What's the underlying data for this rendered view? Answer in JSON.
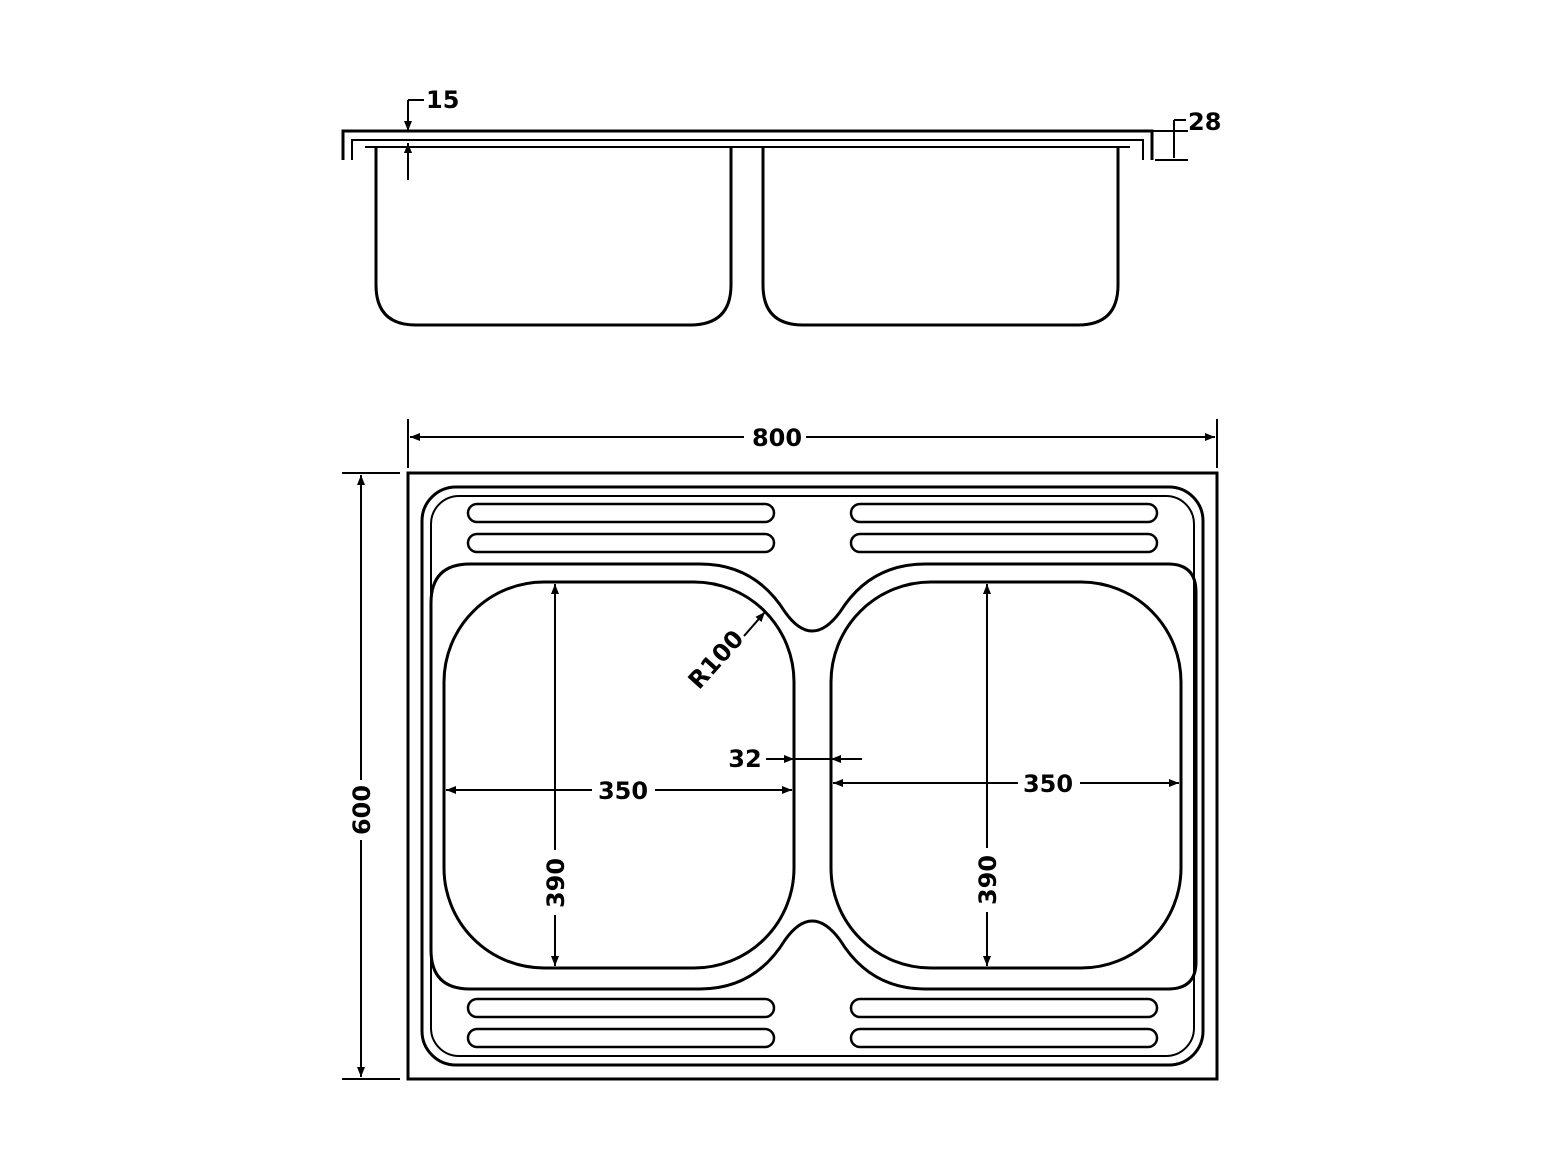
{
  "colors": {
    "line": "#000000",
    "background": "#ffffff"
  },
  "side_view": {
    "rim_thickness_label": "15",
    "flange_height_label": "28"
  },
  "top_view": {
    "width_label": "800",
    "depth_label": "600",
    "corner_radius_label": "R100",
    "divider_width_label": "32",
    "left_bowl_width_label": "350",
    "right_bowl_width_label": "350",
    "left_bowl_depth_label": "390",
    "right_bowl_depth_label": "390"
  }
}
